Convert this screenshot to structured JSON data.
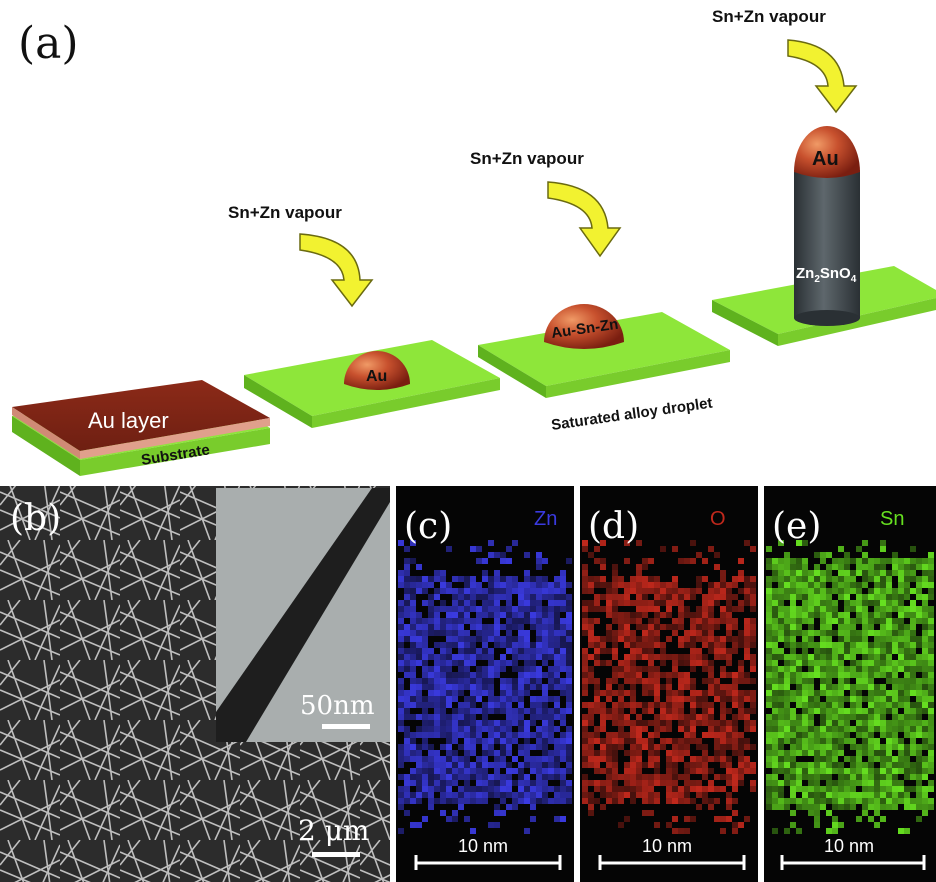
{
  "panel_a": {
    "label": "(a)",
    "vapour_label": "Sn+Zn vapour",
    "step1": {
      "layer_label": "Au layer",
      "substrate_label": "Substrate"
    },
    "step2": {
      "droplet_label": "Au"
    },
    "step3": {
      "droplet_label": "Au-Sn-Zn",
      "caption": "Saturated alloy droplet"
    },
    "step4": {
      "tip_label": "Au",
      "wire_label_base": "Zn",
      "wire_sub1": "2",
      "wire_mid": "SnO",
      "wire_sub2": "4"
    }
  },
  "panel_b": {
    "label": "(b)",
    "inset_scale": "50nm",
    "scale": "2 μm"
  },
  "panel_c": {
    "label": "(c)",
    "element": "Zn",
    "scale": "10 nm",
    "color": "#3a3ae0"
  },
  "panel_d": {
    "label": "(d)",
    "element": "O",
    "scale": "10 nm",
    "color": "#c0281c"
  },
  "panel_e": {
    "label": "(e)",
    "element": "Sn",
    "scale": "10 nm",
    "color": "#66e020"
  },
  "colors": {
    "substrate": "#8ee63a",
    "substrate_dark": "#5fb21e",
    "gold": "#a8331f",
    "gold_light": "#e07a4a",
    "arrow": "#f2f230",
    "arrow_stroke": "#6a6a10",
    "wire": "#3f474c"
  }
}
